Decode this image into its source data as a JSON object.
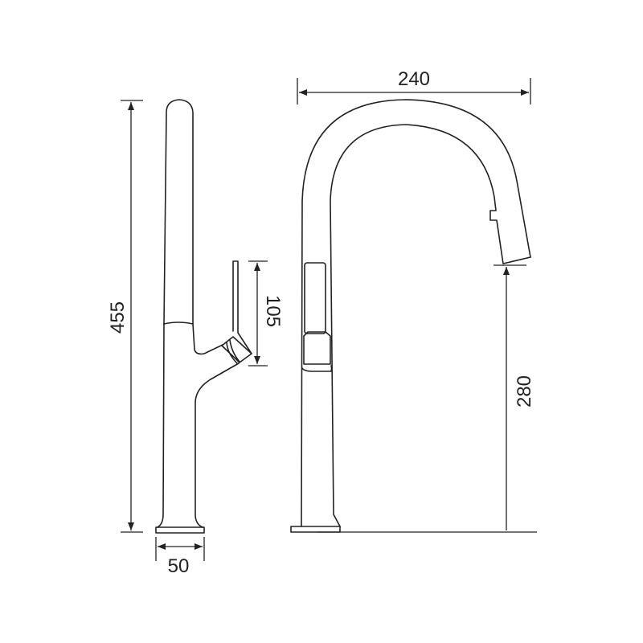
{
  "drawing": {
    "subject": "faucet",
    "line_color": "#222222",
    "dimensions": {
      "total_height": "455",
      "handle_height": "105",
      "base_width": "50",
      "spout_reach": "240",
      "spout_clearance": "280"
    }
  }
}
